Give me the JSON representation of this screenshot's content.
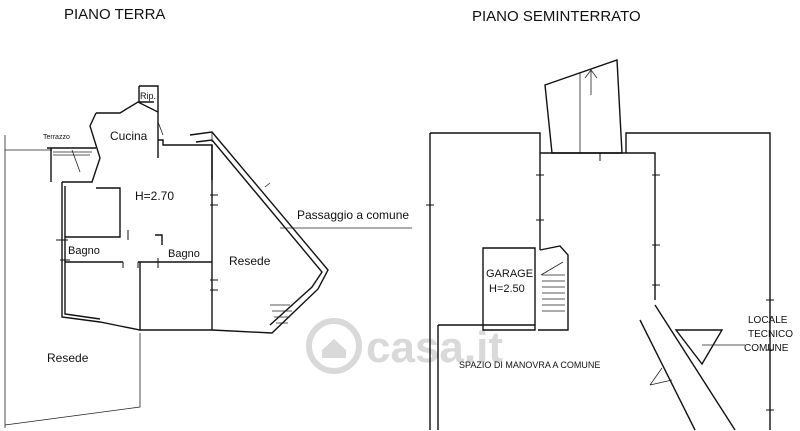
{
  "titles": {
    "ground_floor": "PIANO TERRA",
    "basement": "PIANO SEMINTERRATO"
  },
  "ground_floor_rooms": {
    "terrazzo": "Terrazzo",
    "ripostiglio": "Rip.",
    "cucina": "Cucina",
    "height": "H=2.70",
    "bagno_1": "Bagno",
    "bagno_2": "Bagno",
    "resede_side": "Resede",
    "resede_garden": "Resede",
    "passage": "Passaggio a comune"
  },
  "basement_rooms": {
    "garage": "GARAGE",
    "height": "H=2.50",
    "maneuver": "SPAZIO DI MANOVRA A COMUNE",
    "tech_room_line1": "LOCALE",
    "tech_room_line2": "TECNICO",
    "tech_room_line3": "COMUNE"
  },
  "watermark": "casa.it"
}
